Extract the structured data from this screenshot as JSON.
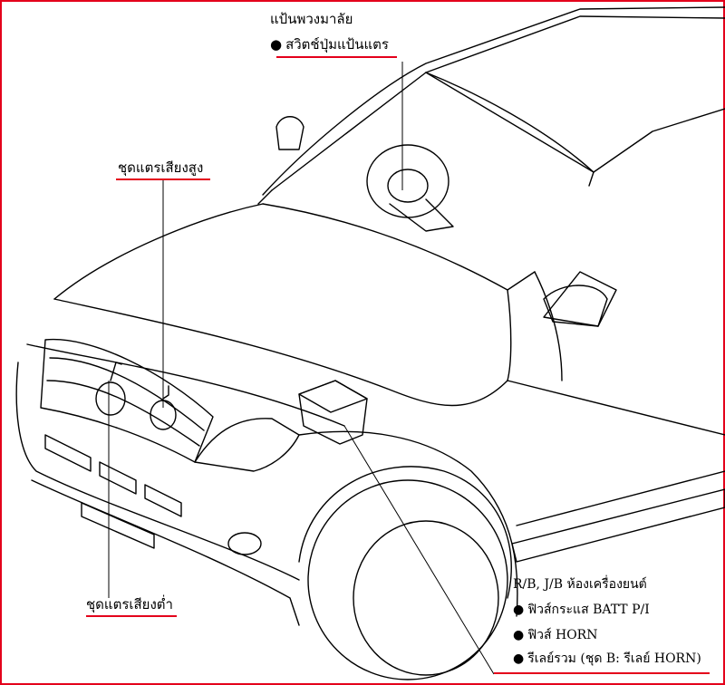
{
  "colors": {
    "accent": "#e4001b",
    "line": "#000000"
  },
  "labels": {
    "steering_title": "แป้นพวงมาลัย",
    "horn_button_switch": "สวิตช์ปุ่มแป้นแตร",
    "high_horn": "ชุดแตรเสียงสูง",
    "low_horn": "ชุดแตรเสียงต่ำ",
    "rb_jb_title": "R/B, J/B ห้องเครื่องยนต์",
    "fuse_batt": "ฟิวส์กระแส BATT P/I",
    "fuse_horn": "ฟิวส์ HORN",
    "relay": "รีเลย์รวม (ชุด B: รีเลย์ HORN)"
  },
  "bullet_glyph": "●"
}
